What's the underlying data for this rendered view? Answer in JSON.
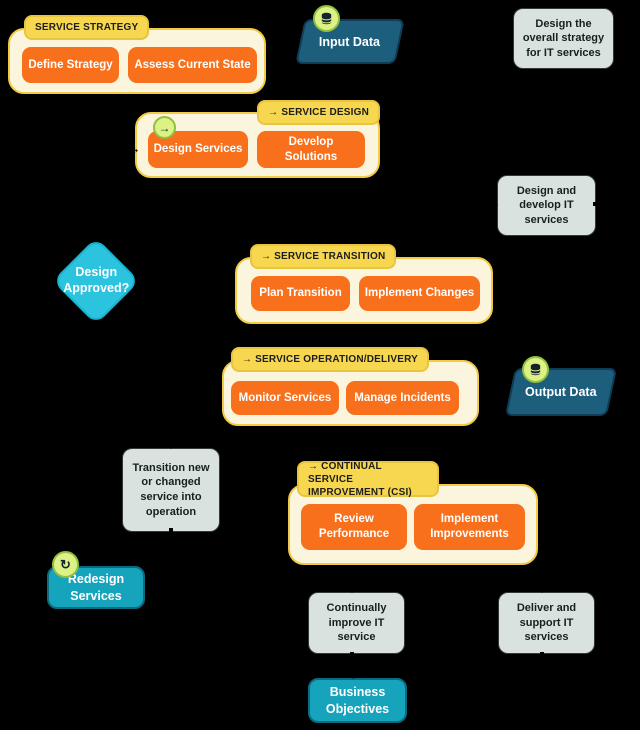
{
  "diagram": {
    "groups": [
      {
        "tab": "SERVICE STRATEGY",
        "buttons": [
          "Define Strategy",
          "Assess Current State"
        ]
      },
      {
        "tab": "→ SERVICE DESIGN",
        "buttons": [
          "Design Services",
          "Develop Solutions"
        ]
      },
      {
        "tab": "→ SERVICE TRANSITION",
        "buttons": [
          "Plan Transition",
          "Implement Changes"
        ]
      },
      {
        "tab": "→ SERVICE OPERATION/DELIVERY",
        "buttons": [
          "Monitor Services",
          "Manage Incidents"
        ]
      },
      {
        "tab": "→ CONTINUAL SERVICE\nIMPROVEMENT (CSI)",
        "buttons": [
          "Review\nPerformance",
          "Implement\nImprovements"
        ]
      }
    ],
    "data_nodes": [
      {
        "label": "Input Data",
        "icon": "database-icon"
      },
      {
        "label": "Output Data",
        "icon": "database-icon"
      }
    ],
    "decision": {
      "label": "Design\nApproved?"
    },
    "process_nodes": [
      {
        "label": "Redesign\nServices",
        "icon": "refresh-icon"
      },
      {
        "label": "Business\nObjectives"
      }
    ],
    "notes": [
      {
        "text": "Design the\noverall strategy\nfor IT services"
      },
      {
        "text": "Design and\ndevelop IT\nservices"
      },
      {
        "text": "Transition new\nor changed\nservice into\noperation"
      },
      {
        "text": "Continually\nimprove IT\nservice"
      },
      {
        "text": "Deliver and\nsupport IT\nservices"
      }
    ],
    "glyphs": {
      "arrow": "→",
      "refresh": "↻"
    },
    "colors": {
      "background": "#000000",
      "group_fill": "#FCF5DE",
      "group_border": "#F0CB43",
      "tab_fill": "#F6D74F",
      "task_fill": "#F8701C",
      "note_fill": "#D9E2DF",
      "data_node_fill": "#1D5E7D",
      "decision_fill": "#2BC3DE",
      "process_fill": "#16A3BC",
      "badge_fill": "#DCF284",
      "text_on_fill": "#FFFFFF"
    }
  }
}
